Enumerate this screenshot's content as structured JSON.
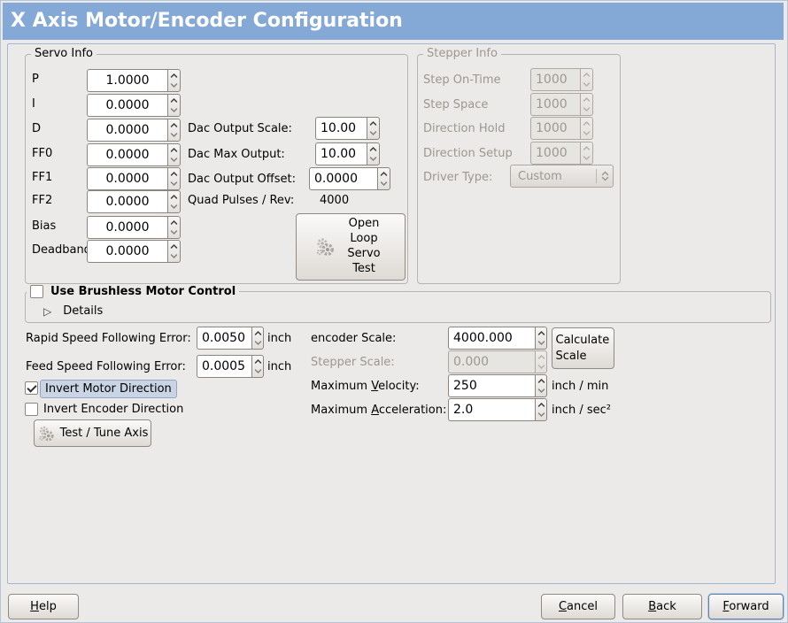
{
  "title": "X Axis Motor/Encoder Configuration",
  "icons": {
    "expander_collapsed": "▷"
  },
  "colors": {
    "titlebar_blue": "#85a9d6",
    "selected_label_bg": "#c9d5e4",
    "focus_border": "#5d84b0"
  },
  "servo": {
    "label": "Servo Info",
    "rows": [
      {
        "label": "P",
        "value": "1.0000"
      },
      {
        "label": "I",
        "value": "0.0000"
      },
      {
        "label": "D",
        "value": "0.0000"
      },
      {
        "label": "FF0",
        "value": "0.0000"
      },
      {
        "label": "FF1",
        "value": "0.0000"
      },
      {
        "label": "FF2",
        "value": "0.0000"
      },
      {
        "label": "Bias",
        "value": "0.0000"
      },
      {
        "label": "Deadband",
        "value": "0.0000"
      }
    ]
  },
  "dac": {
    "scale_label": "Dac Output Scale:",
    "scale_value": "10.00",
    "max_label": "Dac Max Output:",
    "max_value": "10.00",
    "offset_label": "Dac Output Offset:",
    "offset_value": "0.0000",
    "quad_label": "Quad Pulses / Rev:",
    "quad_value": "4000",
    "open_loop_button": "Open Loop Servo Test"
  },
  "stepper": {
    "label": "Stepper Info",
    "rows": [
      {
        "label": "Step On-Time",
        "value": "1000"
      },
      {
        "label": "Step Space",
        "value": "1000"
      },
      {
        "label": "Direction Hold",
        "value": "1000"
      },
      {
        "label": "Direction Setup",
        "value": "1000"
      }
    ],
    "driver_type_label": "Driver Type:",
    "driver_type_value": "Custom"
  },
  "brushless": {
    "checkbox_label": "Use Brushless Motor Control",
    "checked": false,
    "details_label": "Details"
  },
  "following": {
    "rapid_label": "Rapid Speed Following Error:",
    "rapid_value": "0.0050",
    "rapid_unit": "inch",
    "feed_label": "Feed Speed Following Error:",
    "feed_value": "0.0005",
    "feed_unit": "inch"
  },
  "invert": {
    "motor_label": "Invert Motor Direction",
    "motor_checked": true,
    "encoder_label": "Invert Encoder Direction",
    "encoder_checked": false
  },
  "test_tune_button": "Test / Tune Axis",
  "scale": {
    "encoder_label": "encoder Scale:",
    "encoder_value": "4000.000",
    "calculate_button": "Calculate Scale",
    "stepper_label": "Stepper Scale:",
    "stepper_value": "0.000",
    "velocity_label": {
      "pre": "Maximum ",
      "u": "V",
      "post": "elocity:"
    },
    "velocity_value": "250",
    "velocity_unit": "inch / min",
    "accel_label": {
      "pre": "Maximum ",
      "u": "A",
      "post": "cceleration:"
    },
    "accel_value": "2.0",
    "accel_unit": "inch / sec²"
  },
  "footer": {
    "help": {
      "pre": "",
      "u": "H",
      "post": "elp"
    },
    "cancel": {
      "pre": "",
      "u": "C",
      "post": "ancel"
    },
    "back": {
      "pre": "",
      "u": "B",
      "post": "ack"
    },
    "forward": {
      "pre": "",
      "u": "F",
      "post": "orward"
    }
  }
}
